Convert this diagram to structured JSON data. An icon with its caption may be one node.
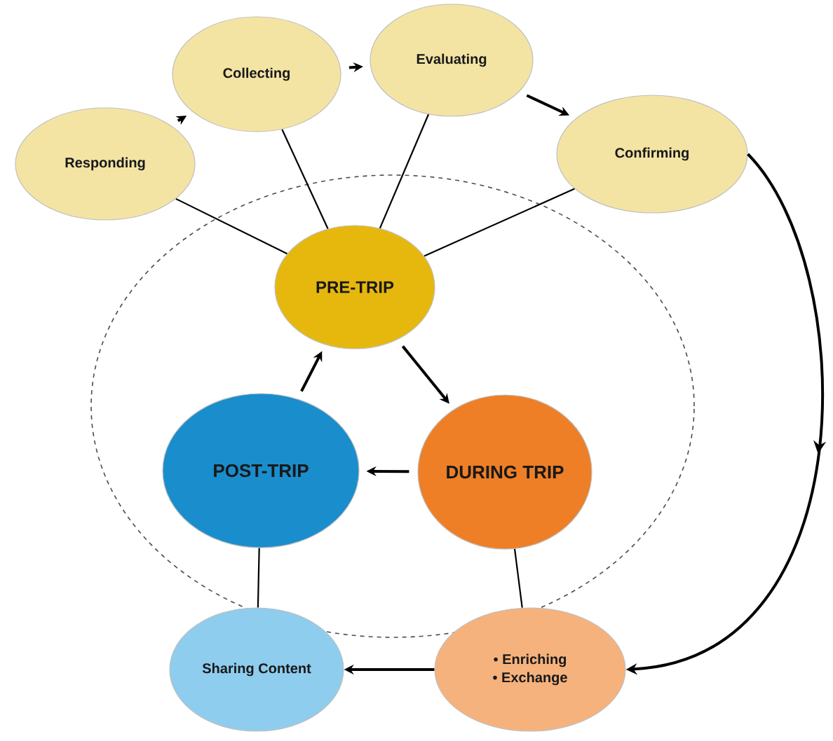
{
  "diagram": {
    "nodes": [
      {
        "text": [
          "Responding"
        ]
      },
      {
        "text": [
          "Collecting"
        ]
      },
      {
        "text": [
          "Evaluating"
        ]
      },
      {
        "text": [
          "Confirming"
        ]
      },
      {
        "text": [
          "PRE-TRIP"
        ]
      },
      {
        "text": [
          "POST-TRIP"
        ]
      },
      {
        "text": [
          "DURING TRIP"
        ]
      },
      {
        "text": [
          "Sharing Content"
        ]
      },
      {
        "text": [
          "• Enriching",
          "• Exchange"
        ]
      }
    ],
    "edges": [
      {
        "from": 0,
        "to": 1,
        "arrow": "to"
      },
      {
        "from": 1,
        "to": 2,
        "arrow": "to"
      },
      {
        "from": 2,
        "to": 3,
        "arrow": "to"
      },
      {
        "from": 0,
        "to": 4,
        "arrow": "none"
      },
      {
        "from": 1,
        "to": 4,
        "arrow": "none"
      },
      {
        "from": 2,
        "to": 4,
        "arrow": "none"
      },
      {
        "from": 3,
        "to": 4,
        "arrow": "none"
      },
      {
        "from": 4,
        "to": 6,
        "arrow": "to"
      },
      {
        "from": 6,
        "to": 5,
        "arrow": "to"
      },
      {
        "from": 5,
        "to": 4,
        "arrow": "to"
      },
      {
        "from": 5,
        "to": 7,
        "arrow": "none"
      },
      {
        "from": 6,
        "to": 8,
        "arrow": "none"
      },
      {
        "from": 3,
        "to": 8,
        "arrow": "to"
      },
      {
        "from": 8,
        "to": 7,
        "arrow": "to"
      }
    ]
  }
}
